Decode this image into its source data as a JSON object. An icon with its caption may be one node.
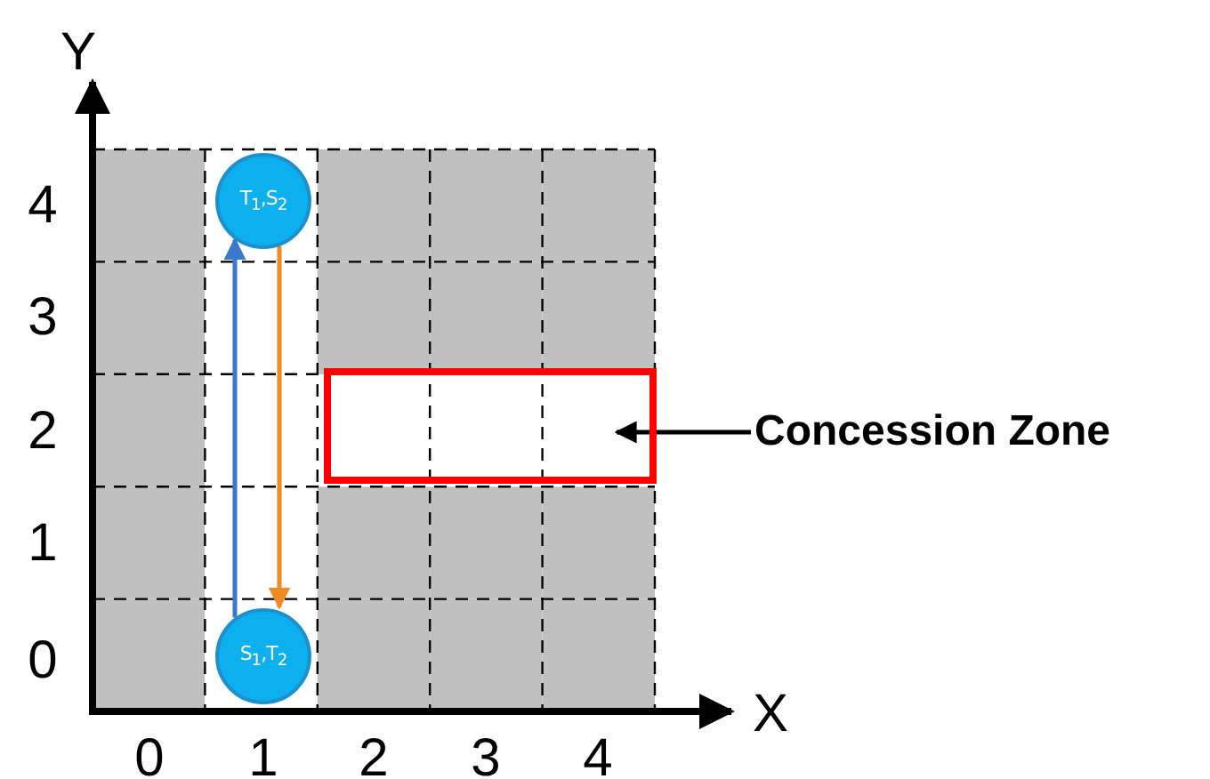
{
  "diagram": {
    "nodes": [
      {
        "text": [
          "T$_{1}$,S$_{2}$"
        ]
      },
      {
        "text": [
          "S$_{1}$,T$_{2}$"
        ]
      },
      {
        "text": [
          "Concession Zone"
        ]
      },
      {
        "text": [],
        "shape": "box"
      }
    ],
    "edges": [
      {
        "from": 1,
        "to": 0,
        "arrow": "to",
        "color": "#3a78d0"
      },
      {
        "from": 0,
        "to": 1,
        "arrow": "to",
        "color": "#f08a24"
      },
      {
        "from": 2,
        "to": 3,
        "arrow": "to",
        "color": "#000000"
      }
    ],
    "labels": [
      "Y",
      "4",
      "3",
      "2",
      "1",
      "0",
      "0",
      "1",
      "2",
      "3",
      "4",
      "X"
    ]
  }
}
